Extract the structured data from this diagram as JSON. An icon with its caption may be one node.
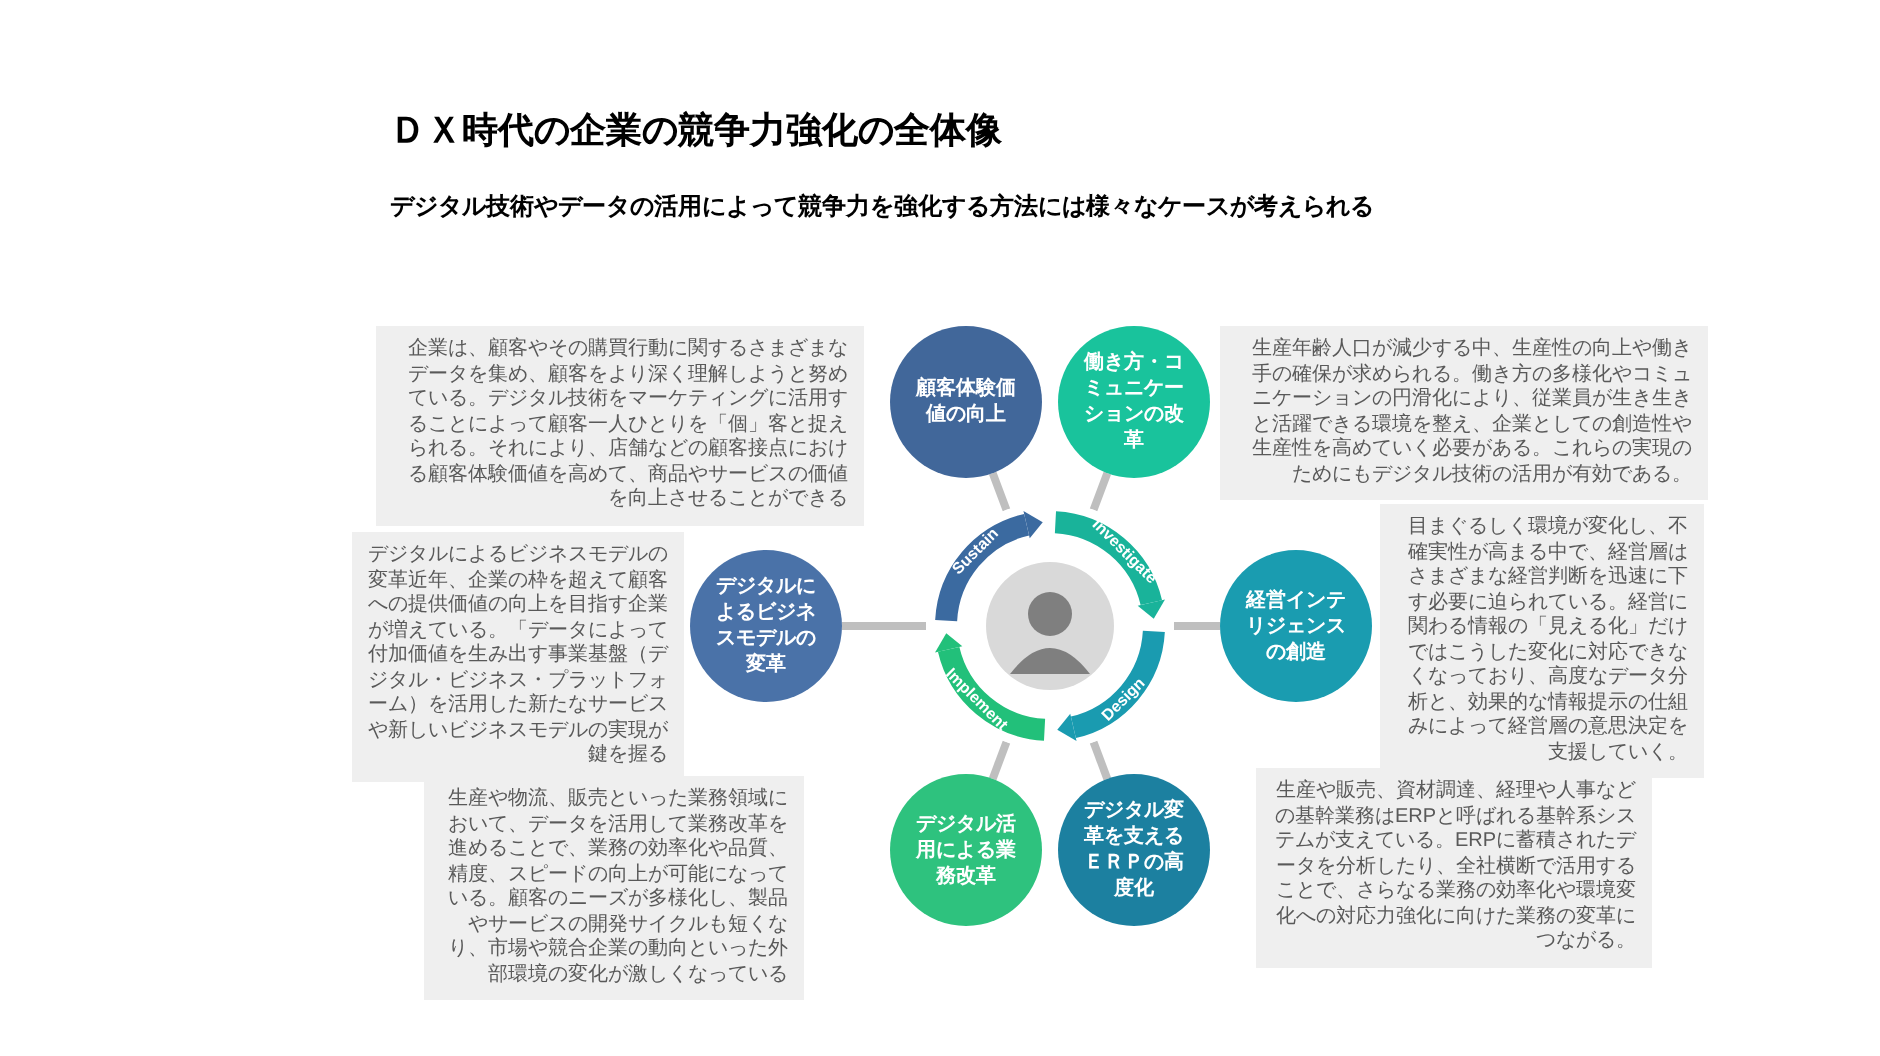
{
  "diagram": {
    "title": "ＤＸ時代の企業の競争力強化の全体像",
    "nodes": [
      {
        "text": [
          "企業は、顧客やその購買行動に関するさまざまなデータを集め、顧客をより深く理解しようと努めている。デジタル技術をマーケティングに活用することによって顧客一人ひとりを「個」客と捉えられる。それにより、店舗などの顧客接点における顧客体験価値を高めて、商品やサービスの価値を向上させることができる"
        ]
      },
      {
        "text": [
          "顧客体験価値の向上"
        ]
      },
      {
        "text": [
          "働き方・コミュニケーションの改革"
        ]
      },
      {
        "text": [
          "生産年齢人口が減少する中、生産性の向上や働き手の確保が求められる。働き方の多様化やコミュニケーションの円滑化により、従業員が生き生きと活躍できる環境を整え、企業としての創造性や生産性を高めていく必要がある。これらの実現のためにもデジタル技術の活用が有効である。"
        ]
      },
      {
        "text": [
          "デジタルによるビジネスモデルの変革近年、企業の枠を超えて顧客への提供価値の向上を目指す企業が増えている。「データによって付加価値を生み出す事業基盤（デジタル・ビジネス・プラットフォーム）を活用した新たなサービスや新しいビジネスモデルの実現が鍵を握る"
        ]
      },
      {
        "text": [
          "デジタルによるビジネスモデルの変革"
        ]
      },
      {
        "text": [],
        "shape": "circle"
      },
      {
        "text": [
          "Sustain"
        ],
        "in": 6
      },
      {
        "text": [
          "Investigate"
        ],
        "in": 6
      },
      {
        "text": [
          "Design"
        ],
        "in": 6
      },
      {
        "text": [
          "Implement"
        ],
        "in": 6
      },
      {
        "text": [
          "経営インテリジェンスの創造"
        ]
      },
      {
        "text": [
          "目まぐるしく環境が変化し、不確実性が高まる中で、経営層はさまざまな経営判断を迅速に下す必要に迫られている。経営に関わる情報の「見える化」だけではこうした変化に対応できなくなっており、高度なデータ分析と、効果的な情報提示の仕組みによって経営層の意思決定を支援していく。"
        ]
      },
      {
        "text": [
          "生産や物流、販売といった業務領域において、データを活用して業務改革を進めることで、業務の効率化や品質、精度、スピードの向上が可能になっている。顧客のニーズが多様化し、製品やサービスの開発サイクルも短くなり、市場や競合企業の動向といった外部環境の変化が激しくなっている"
        ]
      },
      {
        "text": [
          "デジタル活用による業務改革"
        ]
      },
      {
        "text": [
          "デジタル変革を支えるＥＲＰの高度化"
        ]
      },
      {
        "text": [
          "生産や販売、資材調達、経理や人事などの基幹業務はERPと呼ばれる基幹系システムが支えている。ERPに蓄積されたデータを分析したり、全社横断で活用することで、さらなる業務の効率化や環境変化への対応力強化に向けた業務の変革につながる。"
        ]
      }
    ],
    "edges": [
      {
        "from": 1,
        "to": 6,
        "arrow": "none"
      },
      {
        "from": 2,
        "to": 6,
        "arrow": "none"
      },
      {
        "from": 5,
        "to": 6,
        "arrow": "none"
      },
      {
        "from": 11,
        "to": 6,
        "arrow": "none"
      },
      {
        "from": 14,
        "to": 6,
        "arrow": "none"
      },
      {
        "from": 15,
        "to": 6,
        "arrow": "none"
      }
    ],
    "labels": [
      "デジタル技術やデータの活用によって競争力を強化する方法には様々なケースが考えられる"
    ]
  }
}
